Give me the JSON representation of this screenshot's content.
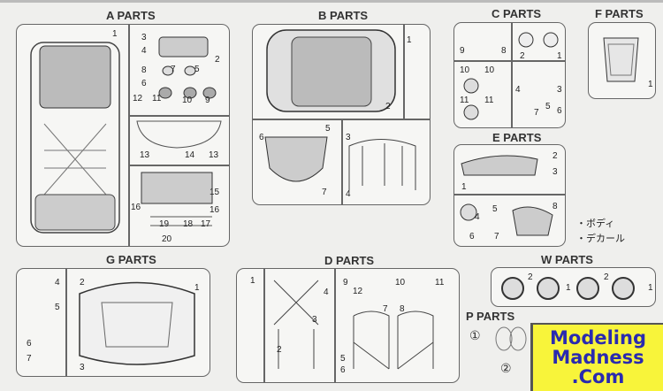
{
  "sections": {
    "a": {
      "title": "A PARTS",
      "numbers": [
        "1",
        "3",
        "4",
        "8",
        "2",
        "6",
        "7",
        "5",
        "12",
        "11",
        "10",
        "9",
        "13",
        "14",
        "13",
        "15",
        "16",
        "16",
        "19",
        "18",
        "17",
        "20"
      ]
    },
    "b": {
      "title": "B PARTS",
      "numbers": [
        "1",
        "2",
        "5",
        "6",
        "3",
        "7",
        "4"
      ]
    },
    "c": {
      "title": "C PARTS",
      "numbers": [
        "9",
        "8",
        "2",
        "1",
        "10",
        "10",
        "11",
        "11",
        "4",
        "3",
        "5",
        "6",
        "7"
      ]
    },
    "f": {
      "title": "F PARTS",
      "numbers": [
        "1"
      ]
    },
    "e": {
      "title": "E PARTS",
      "numbers": [
        "2",
        "1",
        "3",
        "8",
        "4",
        "5",
        "6",
        "7"
      ]
    },
    "g": {
      "title": "G PARTS",
      "numbers": [
        "4",
        "2",
        "5",
        "1",
        "6",
        "7",
        "3"
      ]
    },
    "d": {
      "title": "D PARTS",
      "numbers": [
        "1",
        "4",
        "9",
        "12",
        "10",
        "11",
        "3",
        "2",
        "5",
        "6",
        "7",
        "8"
      ]
    },
    "w": {
      "title": "W PARTS",
      "numbers": [
        "2",
        "1",
        "2",
        "1"
      ]
    },
    "p": {
      "title": "P PARTS",
      "numbers": [
        "①",
        "②"
      ]
    }
  },
  "notes": [
    "・ボディ",
    "・デカール"
  ],
  "logo": {
    "line1": "Modeling",
    "line2": "Madness",
    "line3": ".Com"
  }
}
